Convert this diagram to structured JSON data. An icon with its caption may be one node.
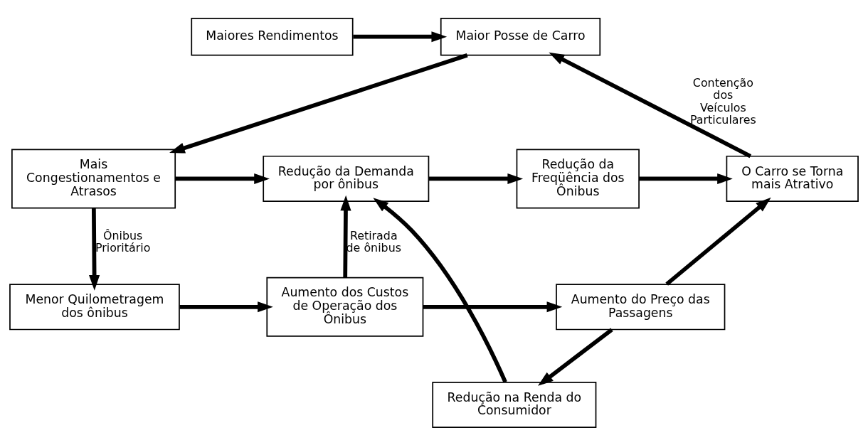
{
  "diagram": {
    "nodes": [
      {
        "text": [
          "Maiores Rendimentos"
        ]
      },
      {
        "text": [
          "Maior Posse de Carro"
        ]
      },
      {
        "text": [
          "O Carro se Torna mais Atrativo"
        ]
      },
      {
        "text": [
          "Redução da Freqüência dos Ônibus"
        ]
      },
      {
        "text": [
          "Redução da Demanda por ônibus"
        ]
      },
      {
        "text": [
          "Mais Congestionamentos e Atrasos"
        ]
      },
      {
        "text": [
          "Redução na Renda do Consumidor"
        ]
      },
      {
        "text": [
          "Aumento do Preço das Passagens"
        ]
      },
      {
        "text": [
          "Aumento dos Custos de Operação dos Ônibus"
        ]
      },
      {
        "text": [
          "Menor Quilometragem dos ônibus"
        ]
      }
    ],
    "edges": [
      {
        "from": 0,
        "to": 1,
        "arrow": "to"
      },
      {
        "from": 2,
        "to": 1,
        "arrow": "to",
        "label": "Contenção dos Veículos Particulares"
      },
      {
        "from": 1,
        "to": 5,
        "arrow": "to"
      },
      {
        "from": 5,
        "to": 4,
        "arrow": "to"
      },
      {
        "from": 4,
        "to": 3,
        "arrow": "to"
      },
      {
        "from": 3,
        "to": 2,
        "arrow": "to"
      },
      {
        "from": 5,
        "to": 9,
        "arrow": "to",
        "label": "Ônibus Prioritário"
      },
      {
        "from": 9,
        "to": 8,
        "arrow": "to"
      },
      {
        "from": 8,
        "to": 7,
        "arrow": "to"
      },
      {
        "from": 7,
        "to": 2,
        "arrow": "to"
      },
      {
        "from": 7,
        "to": 6,
        "arrow": "to"
      },
      {
        "from": 6,
        "to": 4,
        "arrow": "to"
      },
      {
        "from": 8,
        "to": 4,
        "arrow": "to",
        "label": "Retirada de ônibus"
      }
    ]
  }
}
